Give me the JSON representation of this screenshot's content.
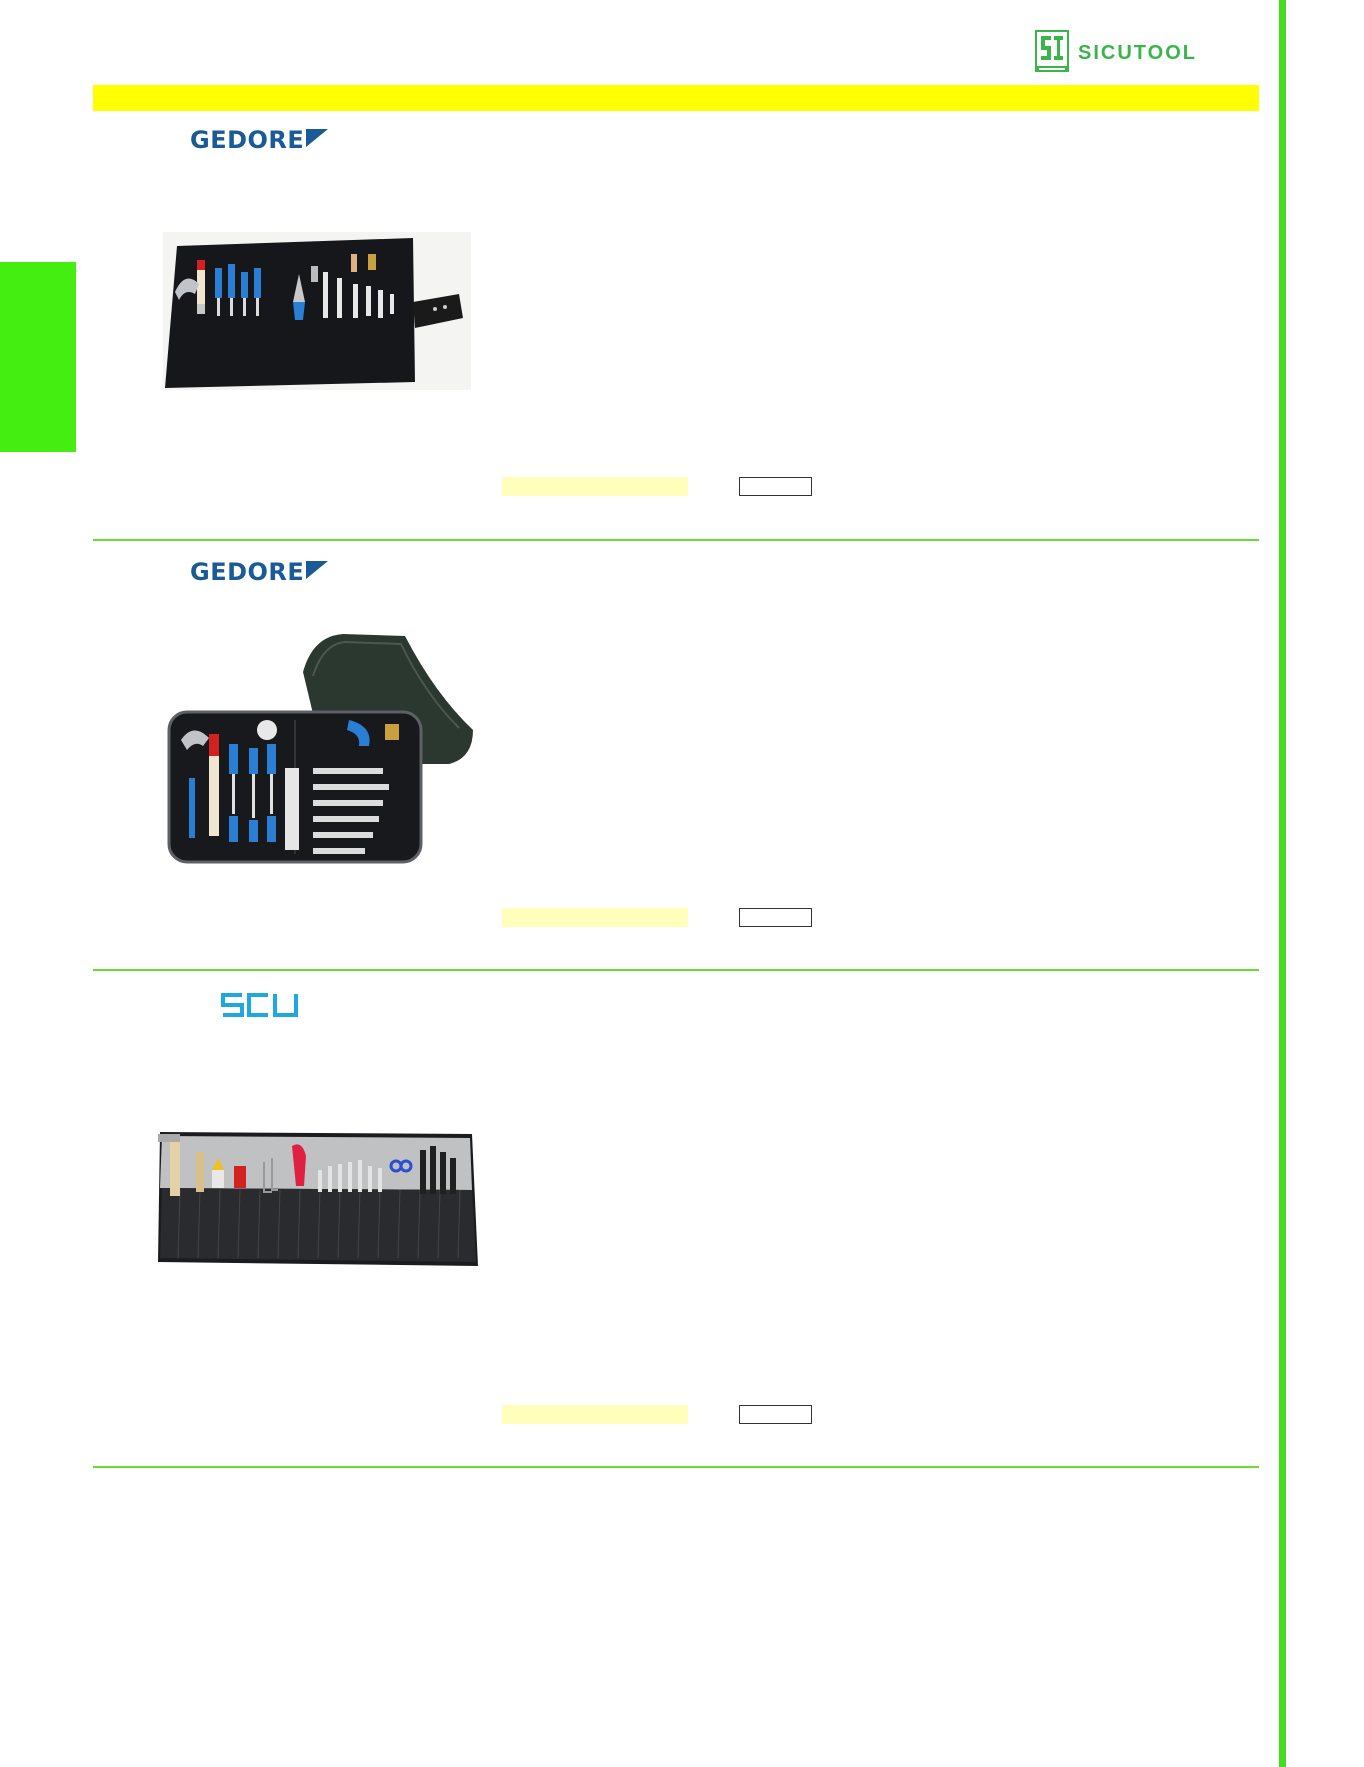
{
  "header": {
    "logo_text": "SICUTOOL",
    "logo_mark_letters": "SI",
    "brand_color": "#39b54a"
  },
  "colors": {
    "yellow_band": "#ffff00",
    "green_rule": "#44dd22",
    "side_tab": "#44ee11",
    "field_highlight": "#ffffbb",
    "gedore_blue": "#1a5a96",
    "scu_blue": "#1fa8e0"
  },
  "products": [
    {
      "brand": "GEDORE",
      "image": "tool-roll-bag-icon",
      "price_field": "",
      "code_field": ""
    },
    {
      "brand": "GEDORE",
      "image": "tool-zip-case-icon",
      "price_field": "",
      "code_field": ""
    },
    {
      "brand": "SCU",
      "image": "tool-roll-long-icon",
      "price_field": "",
      "code_field": ""
    }
  ]
}
